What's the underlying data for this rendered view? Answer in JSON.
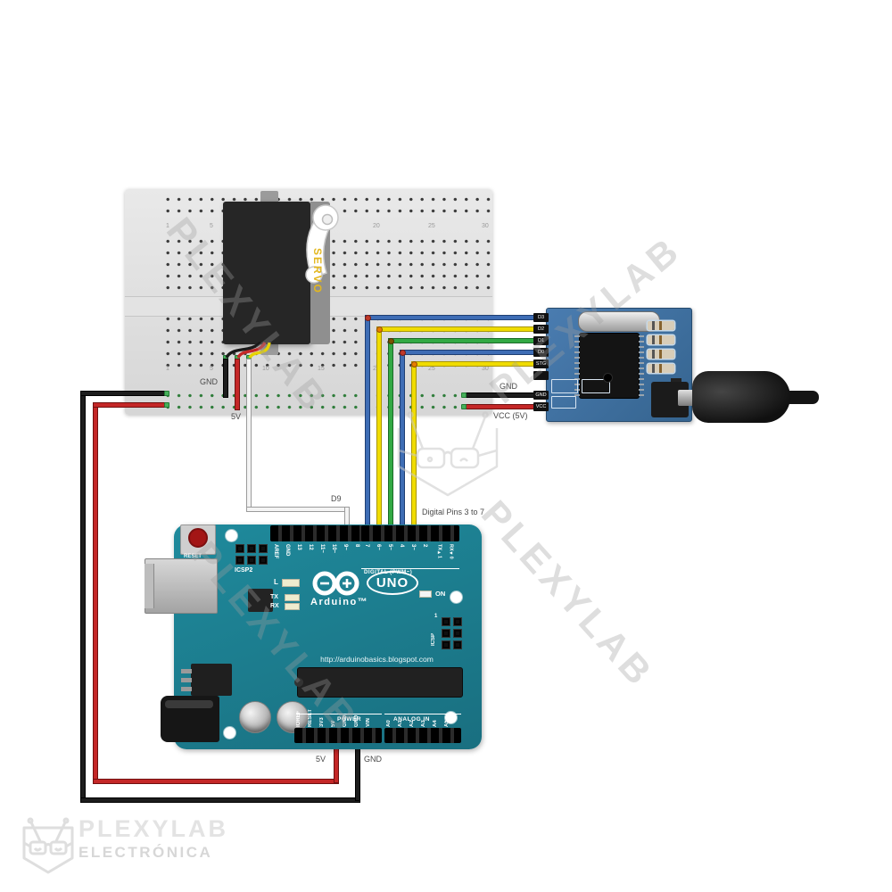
{
  "watermarks": {
    "tile": "PLEXYLAB"
  },
  "brand": {
    "name": "PLEXYLAB",
    "subtitle": "ELECTRÓNICA"
  },
  "breadboard": {
    "columns": [
      "1",
      "5",
      "10",
      "15",
      "20",
      "25",
      "30"
    ]
  },
  "servo": {
    "label": "SERVO"
  },
  "module": {
    "pins": [
      "D3",
      "D2",
      "D1",
      "D0",
      "STG",
      "GND",
      "VCC"
    ]
  },
  "labels": {
    "servo_gnd": "GND",
    "servo_5v": "5V",
    "d9": "D9",
    "digital_pins": "Digital Pins 3 to 7",
    "module_gnd": "GND",
    "module_vcc": "VCC (5V)",
    "uno_5v": "5V",
    "uno_gnd": "GND"
  },
  "arduino": {
    "reset": "RESET",
    "icsp2": "ICSP2",
    "icsp": "ICSP",
    "icsp_pin1": "1",
    "digital_caption": "DIGITAL (PWM~)",
    "pins_top_left": [
      "AREF",
      "GND",
      "13",
      "12",
      "11~",
      "10~",
      "9~",
      "8"
    ],
    "pins_top_right": [
      "7",
      "6~",
      "5~",
      "4",
      "3~",
      "2"
    ],
    "pin_tx": "TX►1",
    "pin_rx": "RX◄0",
    "led_l": "L",
    "led_tx": "TX",
    "led_rx": "RX",
    "logo_brand": "Arduino™",
    "logo_model": "UNO",
    "on": "ON",
    "url": "http://arduinobasics.blogspot.com",
    "power": "POWER",
    "analog": "ANALOG IN",
    "pins_power": [
      "IOREF",
      "RESET",
      "3V3",
      "5V",
      "GND",
      "GND",
      "VIN"
    ],
    "pins_analog": [
      "A0",
      "A1",
      "A2",
      "A3",
      "A4",
      "A5"
    ]
  },
  "colors": {
    "board_teal": "#1c7f90",
    "pcb_blue": "#3f6f9f",
    "breadboard": "#dcdcdc",
    "wire_red": "#c42727",
    "wire_black": "#1d1d1d",
    "wire_yellow": "#f0dc00",
    "wire_blue": "#3e6db5",
    "wire_green": "#33a944",
    "wire_white": "#f4f4f4",
    "servo_accent": "#e3b71f"
  }
}
